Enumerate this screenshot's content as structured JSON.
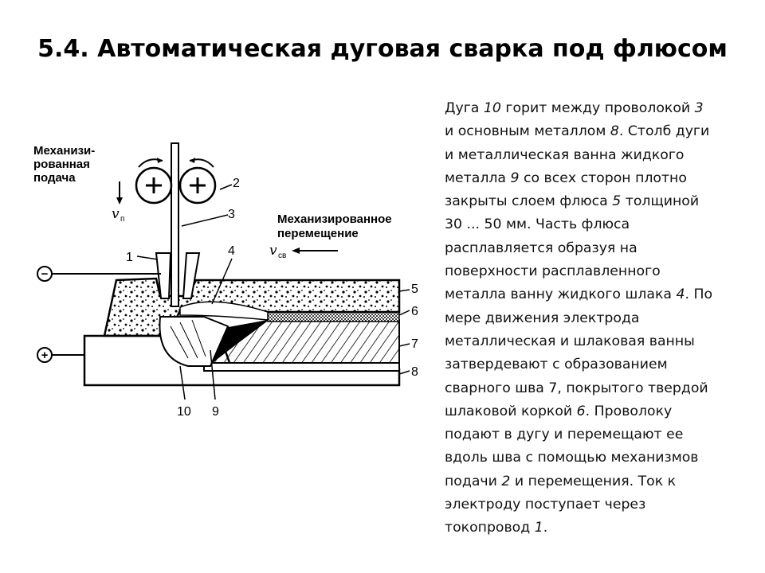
{
  "title": "5.4. Автоматическая дуговая сварка под флюсом",
  "diagram": {
    "feed_label_lines": [
      "Механизи-",
      "рованная",
      "подача"
    ],
    "feed_velocity": "v",
    "feed_velocity_sub": "п",
    "travel_label_lines": [
      "Механизированное",
      "перемещение"
    ],
    "travel_velocity": "v",
    "travel_velocity_sub": "св",
    "minus_sign": "−",
    "plus_sign": "+",
    "numbers": {
      "n1": "1",
      "n2": "2",
      "n3": "3",
      "n4": "4",
      "n5": "5",
      "n6": "6",
      "n7": "7",
      "n8": "8",
      "n9": "9",
      "n10": "10"
    }
  },
  "body": {
    "lines": [
      [
        "Дуга ",
        "10",
        " горит между проволокой ",
        "3"
      ],
      [
        "и основным металлом ",
        "8",
        ". Столб дуги"
      ],
      [
        "и металлическая ванна жидкого"
      ],
      [
        "металла ",
        "9",
        " со всех сторон плотно"
      ],
      [
        "закрыты слоем флюса ",
        "5",
        " толщиной"
      ],
      [
        "30 ... 50 мм. Часть флюса"
      ],
      [
        "расплавляется образуя на"
      ],
      [
        "поверхности расплавленного"
      ],
      [
        "металла ванну жидкого шлака ",
        "4",
        ". По"
      ],
      [
        "мере движения электрода"
      ],
      [
        "металлическая и шлаковая ванны"
      ],
      [
        "затвердевают с образованием"
      ],
      [
        "сварного шва 7, покрытого твердой"
      ],
      [
        "шлаковой коркой ",
        "6",
        ". Проволоку"
      ],
      [
        "подают в дугу и перемещают ее"
      ],
      [
        "вдоль шва с помощью механизмов"
      ],
      [
        "подачи ",
        "2",
        " и перемещения. Ток к"
      ],
      [
        "электроду поступает через"
      ],
      [
        "токопровод ",
        "1",
        "."
      ]
    ]
  }
}
